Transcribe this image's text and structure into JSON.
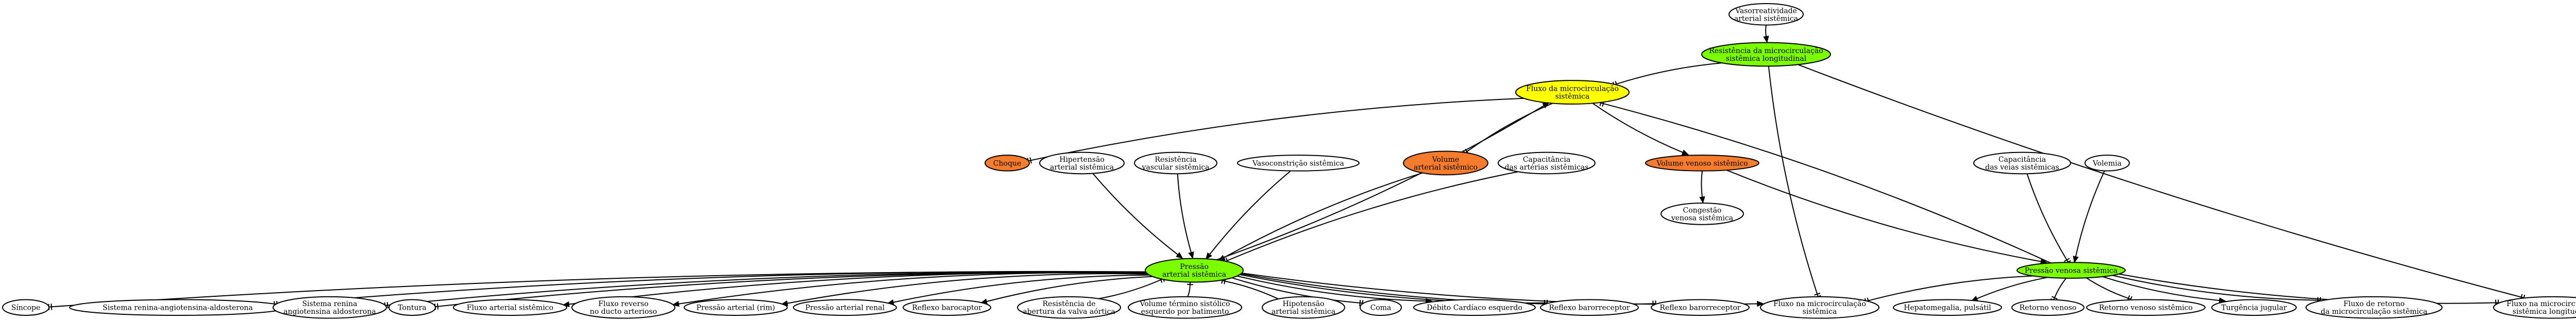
{
  "colors": {
    "plain": "#ffffff",
    "green": "#7cfc00",
    "yellow": "#ffff00",
    "orange": "#f47c2c",
    "stroke": "#000000"
  },
  "nodes": [
    {
      "id": "vaso_art",
      "lines": [
        "Vasorreatividade",
        "arterial sistêmica"
      ],
      "color": "plain"
    },
    {
      "id": "resist_micro",
      "lines": [
        "Resistência da microcirculação",
        "sistêmica longitudinal"
      ],
      "color": "green"
    },
    {
      "id": "fluxo_micro",
      "lines": [
        "Fluxo da microcirculação",
        "sistêmica"
      ],
      "color": "yellow"
    },
    {
      "id": "choque",
      "lines": [
        "Choque"
      ],
      "color": "orange"
    },
    {
      "id": "hipertensao",
      "lines": [
        "Hipertensão",
        "arterial sistêmica"
      ],
      "color": "plain"
    },
    {
      "id": "resist_vasc",
      "lines": [
        "Resistência",
        "vascular sistêmica"
      ],
      "color": "plain"
    },
    {
      "id": "vasoconstr",
      "lines": [
        "Vasoconstrição sistêmica"
      ],
      "color": "plain"
    },
    {
      "id": "vol_art",
      "lines": [
        "Volume",
        "arterial sistêmico"
      ],
      "color": "orange"
    },
    {
      "id": "cap_art",
      "lines": [
        "Capacitância",
        "das artérias sistêmicas"
      ],
      "color": "plain"
    },
    {
      "id": "vol_ven",
      "lines": [
        "Volume venoso sistêmico"
      ],
      "color": "orange"
    },
    {
      "id": "cap_ven",
      "lines": [
        "Capacitância",
        "das veias sistêmicas"
      ],
      "color": "plain"
    },
    {
      "id": "volemia",
      "lines": [
        "Volemia"
      ],
      "color": "plain"
    },
    {
      "id": "pressao_art",
      "lines": [
        "Pressão",
        "arterial sistêmica"
      ],
      "color": "green"
    },
    {
      "id": "congestao",
      "lines": [
        "Congestão",
        "venosa sistêmica"
      ],
      "color": "plain"
    },
    {
      "id": "pressao_ven",
      "lines": [
        "Pressão venosa sistêmica"
      ],
      "color": "green"
    },
    {
      "id": "sincope",
      "lines": [
        "Síncope"
      ],
      "color": "plain"
    },
    {
      "id": "sraa",
      "lines": [
        "Sistema renina-angiotensina-aldosterona"
      ],
      "color": "plain"
    },
    {
      "id": "sra",
      "lines": [
        "Sistema renina",
        "angiotensina aldosterona"
      ],
      "color": "plain"
    },
    {
      "id": "tontura",
      "lines": [
        "Tontura"
      ],
      "color": "plain"
    },
    {
      "id": "fluxo_art",
      "lines": [
        "Fluxo arterial sistêmico"
      ],
      "color": "plain"
    },
    {
      "id": "fluxo_rev",
      "lines": [
        "Fluxo reverso",
        "no ducto arterioso"
      ],
      "color": "plain"
    },
    {
      "id": "pa_rim",
      "lines": [
        "Pressão arterial (rim)"
      ],
      "color": "plain"
    },
    {
      "id": "pa_renal",
      "lines": [
        "Pressão arterial renal"
      ],
      "color": "plain"
    },
    {
      "id": "reflexo_baro1",
      "lines": [
        "Reflexo barocaptor"
      ],
      "color": "plain"
    },
    {
      "id": "resist_valva",
      "lines": [
        "Resistência de",
        "abertura da valva aórtica"
      ],
      "color": "plain"
    },
    {
      "id": "vol_term",
      "lines": [
        "Volume término sistólico",
        "esquerdo por batimento"
      ],
      "color": "plain"
    },
    {
      "id": "hipotensao",
      "lines": [
        "Hipotensão",
        "arterial sistêmica"
      ],
      "color": "plain"
    },
    {
      "id": "coma",
      "lines": [
        "Coma"
      ],
      "color": "plain"
    },
    {
      "id": "debito",
      "lines": [
        "Débito Cardíaco esquerdo"
      ],
      "color": "plain"
    },
    {
      "id": "reflexo_baro2",
      "lines": [
        "Reflexo barorreceptor"
      ],
      "color": "plain"
    },
    {
      "id": "reflexo_baro3",
      "lines": [
        "Reflexo barorreceptor"
      ],
      "color": "plain"
    },
    {
      "id": "fluxo_micro2",
      "lines": [
        "Fluxo na microcirculação",
        "sistêmica"
      ],
      "color": "plain"
    },
    {
      "id": "hepato",
      "lines": [
        "Hepatomegalia, pulsátil"
      ],
      "color": "plain"
    },
    {
      "id": "retorno_ven",
      "lines": [
        "Retorno venoso"
      ],
      "color": "plain"
    },
    {
      "id": "retorno_ven_sist",
      "lines": [
        "Retorno venoso sistêmico"
      ],
      "color": "plain"
    },
    {
      "id": "turgencia",
      "lines": [
        "Turgência jugular"
      ],
      "color": "plain"
    },
    {
      "id": "fluxo_retorno",
      "lines": [
        "Fluxo de retorno",
        "da microcirculação sistêmica"
      ],
      "color": "plain"
    },
    {
      "id": "fluxo_micro_long",
      "lines": [
        "Fluxo na microcirculação",
        "sistêmica longitudinal"
      ],
      "color": "plain"
    }
  ],
  "edges": [
    {
      "from": "vaso_art",
      "to": "resist_micro",
      "head": "arrow"
    },
    {
      "from": "resist_micro",
      "to": "fluxo_micro",
      "head": "tee"
    },
    {
      "from": "resist_micro",
      "to": "fluxo_micro2",
      "head": "tee"
    },
    {
      "from": "resist_micro",
      "to": "fluxo_micro_long",
      "head": "tee"
    },
    {
      "from": "fluxo_micro",
      "to": "choque",
      "head": "tee"
    },
    {
      "from": "pressao_art",
      "to": "fluxo_micro",
      "head": "arrow"
    },
    {
      "from": "pressao_ven",
      "to": "fluxo_micro",
      "head": "tee"
    },
    {
      "from": "fluxo_micro",
      "to": "vol_art",
      "head": "tee"
    },
    {
      "from": "fluxo_micro",
      "to": "vol_ven",
      "head": "arrow"
    },
    {
      "from": "hipertensao",
      "to": "pressao_art",
      "head": "arrow"
    },
    {
      "from": "resist_vasc",
      "to": "pressao_art",
      "head": "arrow"
    },
    {
      "from": "vasoconstr",
      "to": "pressao_art",
      "head": "arrow"
    },
    {
      "from": "vol_art",
      "to": "pressao_art",
      "head": "arrow"
    },
    {
      "from": "cap_art",
      "to": "pressao_art",
      "head": "tee"
    },
    {
      "from": "vol_ven",
      "to": "congestao",
      "head": "arrow"
    },
    {
      "from": "vol_ven",
      "to": "pressao_ven",
      "head": "arrow"
    },
    {
      "from": "cap_ven",
      "to": "pressao_ven",
      "head": "tee"
    },
    {
      "from": "volemia",
      "to": "pressao_ven",
      "head": "arrow"
    },
    {
      "from": "pressao_art",
      "to": "sincope",
      "head": "tee"
    },
    {
      "from": "pressao_art",
      "to": "sraa",
      "head": "tee"
    },
    {
      "from": "pressao_art",
      "to": "sra",
      "head": "tee"
    },
    {
      "from": "pressao_art",
      "to": "tontura",
      "head": "tee"
    },
    {
      "from": "pressao_art",
      "to": "fluxo_art",
      "head": "arrow"
    },
    {
      "from": "pressao_art",
      "to": "fluxo_rev",
      "head": "arrow"
    },
    {
      "from": "pressao_art",
      "to": "pa_rim",
      "head": "arrow"
    },
    {
      "from": "pressao_art",
      "to": "pa_renal",
      "head": "arrow"
    },
    {
      "from": "pressao_art",
      "to": "reflexo_baro1",
      "head": "arrow"
    },
    {
      "from": "resist_valva",
      "to": "pressao_art",
      "head": "tee"
    },
    {
      "from": "vol_term",
      "to": "pressao_art",
      "head": "tee"
    },
    {
      "from": "hipotensao",
      "to": "pressao_art",
      "head": "tee"
    },
    {
      "from": "pressao_art",
      "to": "coma",
      "head": "tee"
    },
    {
      "from": "pressao_art",
      "to": "debito",
      "head": "arrow"
    },
    {
      "from": "pressao_art",
      "to": "reflexo_baro2",
      "head": "tee"
    },
    {
      "from": "pressao_art",
      "to": "reflexo_baro3",
      "head": "tee"
    },
    {
      "from": "pressao_art",
      "to": "fluxo_micro2",
      "head": "arrow"
    },
    {
      "from": "pressao_ven",
      "to": "fluxo_micro2",
      "head": "tee"
    },
    {
      "from": "pressao_ven",
      "to": "hepato",
      "head": "arrow"
    },
    {
      "from": "pressao_ven",
      "to": "retorno_ven",
      "head": "tee"
    },
    {
      "from": "pressao_ven",
      "to": "retorno_ven_sist",
      "head": "tee"
    },
    {
      "from": "pressao_ven",
      "to": "turgencia",
      "head": "arrow"
    },
    {
      "from": "pressao_ven",
      "to": "fluxo_retorno",
      "head": "tee"
    },
    {
      "from": "pressao_ven",
      "to": "fluxo_micro_long",
      "head": "tee"
    }
  ]
}
